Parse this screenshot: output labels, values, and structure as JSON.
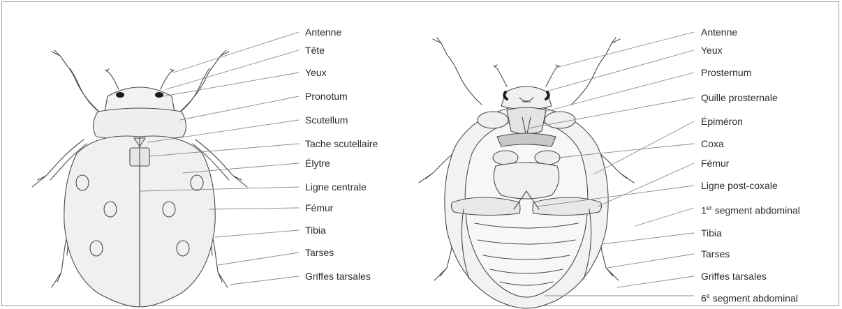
{
  "colors": {
    "line": "#4a4a4a",
    "fill_light": "#f0f0f0",
    "fill_mid": "#d9d9d9",
    "text": "#2b2b2b",
    "border": "#9a9a9a"
  },
  "dorsal_view": {
    "labels": [
      "Antenne",
      "Tête",
      "Yeux",
      "Pronotum",
      "Scutellum",
      "Tache scutellaire",
      "Élytre",
      "Ligne centrale",
      "Fémur",
      "Tibia",
      "Tarses",
      "Griffes tarsales"
    ]
  },
  "ventral_view": {
    "labels": [
      "Antenne",
      "Yeux",
      "Prosternum",
      "Quille prosternale",
      "Épiméron",
      "Coxa",
      "Fémur",
      "Ligne post-coxale",
      "1er segment abdominal",
      "Tibia",
      "Tarses",
      "Griffes tarsales",
      "6e segment abdominal"
    ],
    "segment1": {
      "num": "1",
      "sup": "er",
      "rest": " segment abdominal"
    },
    "segment6": {
      "num": "6",
      "sup": "e",
      "rest": " segment abdominal"
    }
  }
}
